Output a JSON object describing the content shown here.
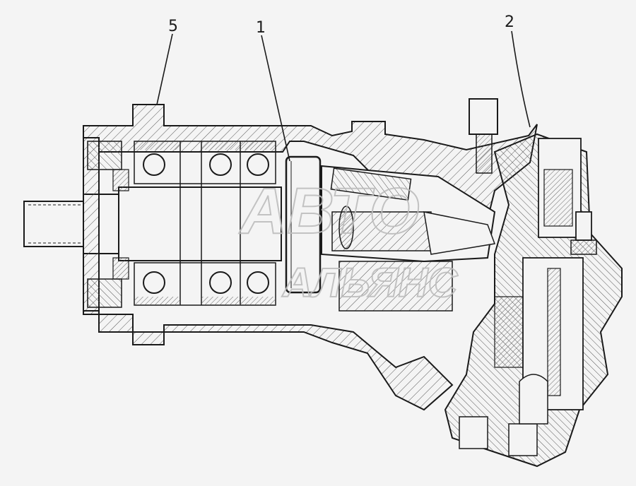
{
  "callouts": [
    {
      "id": "5",
      "label": "5"
    },
    {
      "id": "1",
      "label": "1"
    },
    {
      "id": "2",
      "label": "2"
    }
  ],
  "watermark": {
    "line1": "АВТО",
    "line2": "АЛЬЯНС"
  },
  "colors": {
    "line": "#1a1a1a",
    "hatch": "#555555",
    "paper": "#f4f4f4",
    "watermark": "#bdbdbd"
  }
}
